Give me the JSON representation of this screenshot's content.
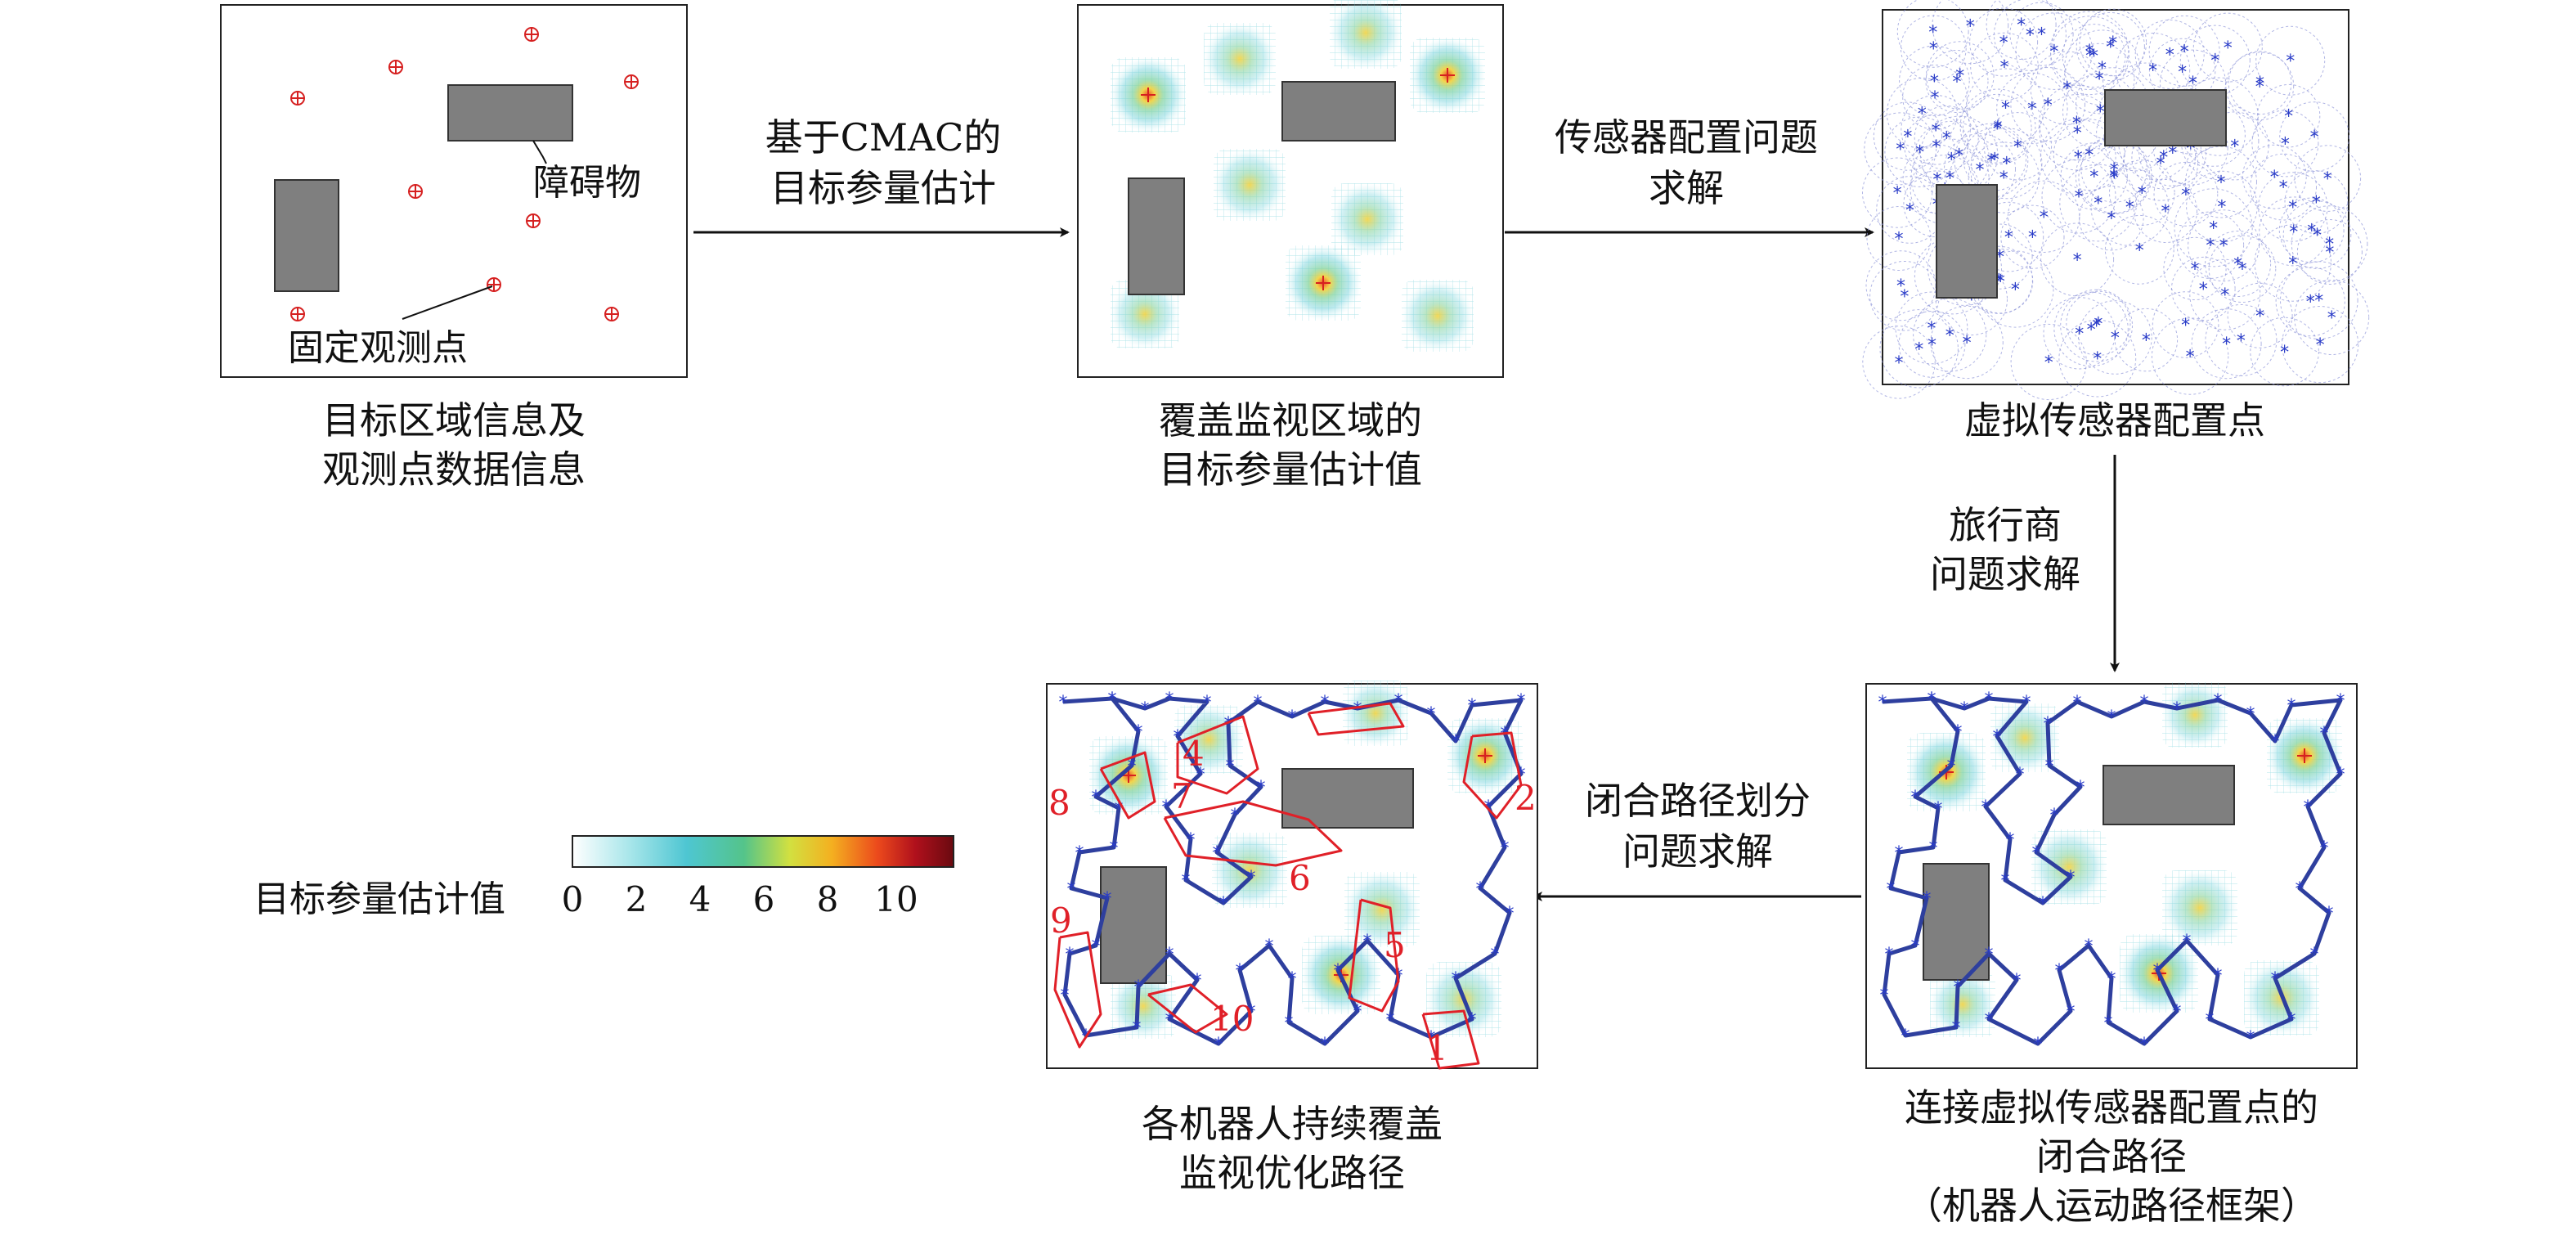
{
  "panels": {
    "p1": {
      "caption_line1": "目标区域信息及",
      "caption_line2": "观测点数据信息",
      "obstacle_label": "障碍物",
      "point_label": "固定观测点"
    },
    "p2": {
      "caption_line1": "覆盖监视区域的",
      "caption_line2": "目标参量估计值"
    },
    "p3": {
      "caption": "虚拟传感器配置点"
    },
    "p4": {
      "caption_line1": "连接虚拟传感器配置点的",
      "caption_line2": "闭合路径",
      "caption_line3": "（机器人运动路径框架）"
    },
    "p5": {
      "caption_line1": "各机器人持续覆盖",
      "caption_line2": "监视优化路径",
      "route_labels": [
        "1",
        "2",
        "4",
        "5",
        "6",
        "7",
        "8",
        "9",
        "10"
      ]
    }
  },
  "arrows": {
    "a1": {
      "line1": "基于CMAC的",
      "line2": "目标参量估计"
    },
    "a2": {
      "line1": "传感器配置问题",
      "line2": "求解"
    },
    "a3": {
      "line1": "旅行商",
      "line2": "问题求解"
    },
    "a4": {
      "line1": "闭合路径划分",
      "line2": "问题求解"
    }
  },
  "colorbar": {
    "label": "目标参量估计值",
    "ticks": [
      "0",
      "2",
      "4",
      "6",
      "8",
      "10"
    ],
    "colors": [
      "#ffffff",
      "#a8e6ea",
      "#4ec6d2",
      "#54c48a",
      "#d2e040",
      "#f4b020",
      "#ec4a1c",
      "#b0101c",
      "#6a0a10"
    ]
  },
  "colors": {
    "obstacle": "#7f7f7f",
    "observation_point": "#d62020",
    "sensor_point": "#2a3cc8",
    "path": "#2e3f9e",
    "route": "#e02028"
  }
}
